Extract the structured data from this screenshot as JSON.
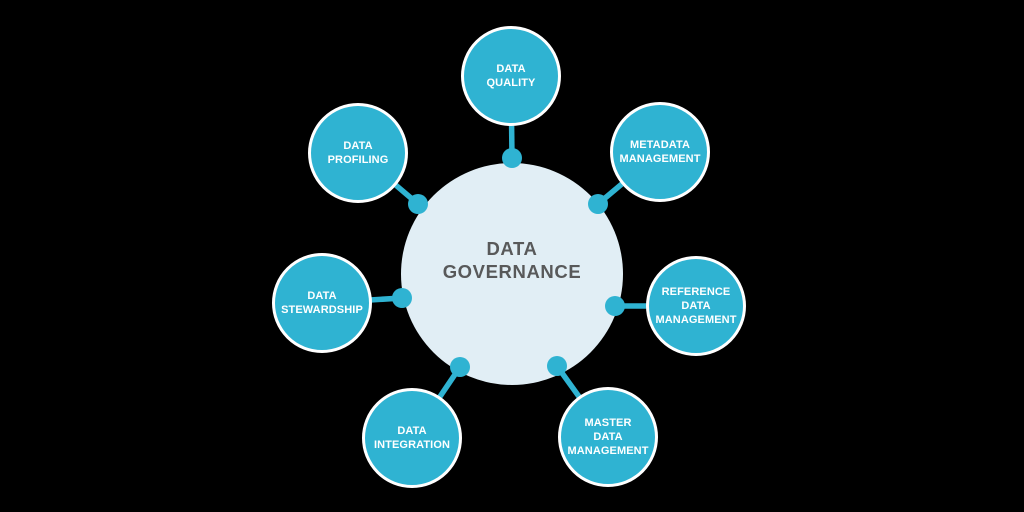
{
  "diagram": {
    "center": {
      "label": "DATA\nGOVERNANCE"
    },
    "nodes": [
      {
        "id": "data-quality",
        "label": "DATA\nQUALITY"
      },
      {
        "id": "metadata-management",
        "label": "METADATA\nMANAGEMENT"
      },
      {
        "id": "reference-data-management",
        "label": "REFERENCE\nDATA\nMANAGEMENT"
      },
      {
        "id": "master-data-management",
        "label": "MASTER\nDATA\nMANAGEMENT"
      },
      {
        "id": "data-integration",
        "label": "DATA\nINTEGRATION"
      },
      {
        "id": "data-stewardship",
        "label": "DATA\nSTEWARDSHIP"
      },
      {
        "id": "data-profiling",
        "label": "DATA\nPROFILING"
      }
    ]
  },
  "colors": {
    "node_fill": "#2fb3d2",
    "node_ring": "#ffffff",
    "center_fill": "#e1eef5",
    "center_text": "#58595a",
    "connector": "#2fb3d2",
    "background": "#000000"
  }
}
